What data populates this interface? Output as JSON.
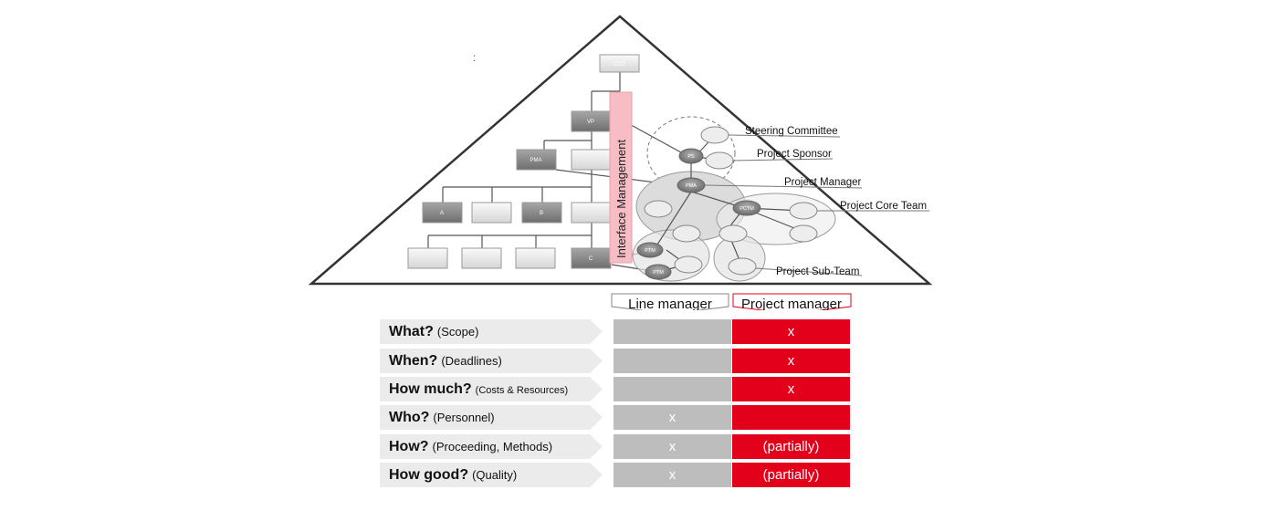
{
  "diagram": {
    "stray_mark": ":",
    "nodes": {
      "ceo": "CEO",
      "vp": "VP",
      "pma_line": "PMA",
      "a": "A",
      "b": "B",
      "c": "C",
      "ps": "PS",
      "pma_proj": "PMA",
      "pctm": "PCTM",
      "ptm1": "PTM",
      "ptm2": "PTM"
    },
    "interface_label": "Interface Management",
    "labels": {
      "steering_committee": "Steering Committee",
      "project_sponsor": "Project Sponsor",
      "project_manager": "Project Manager",
      "project_core_team": "Project Core Team",
      "project_sub_team": "Project Sub-Team"
    },
    "colors": {
      "interface_bar": "#f7bcc4",
      "accent_red": "#e2001a",
      "gray": "#bdbdbd"
    }
  },
  "table": {
    "headers": {
      "line_manager": "Line manager",
      "project_manager": "Project manager"
    },
    "rows": [
      {
        "question": "What?",
        "detail": "(Scope)",
        "line_manager": "",
        "project_manager": "x"
      },
      {
        "question": "When?",
        "detail": "(Deadlines)",
        "line_manager": "",
        "project_manager": "x"
      },
      {
        "question": "How much?",
        "detail": "(Costs & Resources)",
        "line_manager": "",
        "project_manager": "x"
      },
      {
        "question": "Who?",
        "detail": "(Personnel)",
        "line_manager": "x",
        "project_manager": ""
      },
      {
        "question": "How?",
        "detail": "(Proceeding, Methods)",
        "line_manager": "x",
        "project_manager": "(partially)"
      },
      {
        "question": "How good?",
        "detail": "(Quality)",
        "line_manager": "x",
        "project_manager": "(partially)"
      }
    ]
  }
}
